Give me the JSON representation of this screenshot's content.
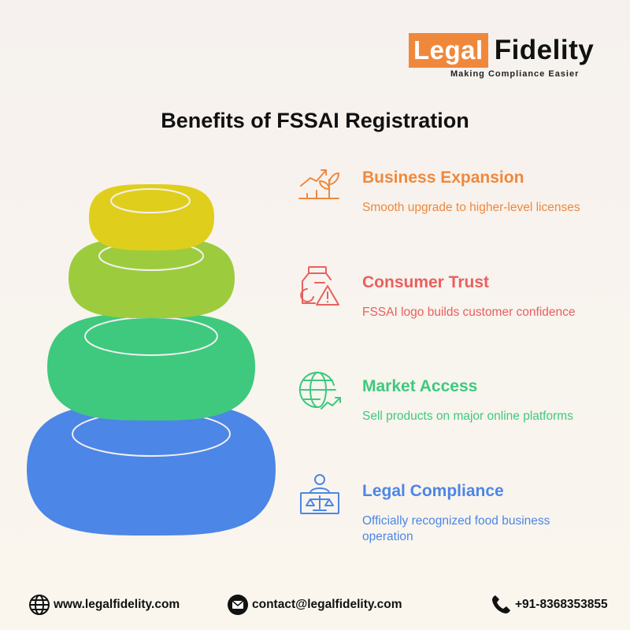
{
  "logo": {
    "part1": "Legal",
    "part2": "Fidelity",
    "tagline": "Making Compliance Easier",
    "accent": "#f0883c"
  },
  "title": "Benefits of FSSAI Registration",
  "benefits": [
    {
      "title": "Business Expansion",
      "desc": "Smooth upgrade to higher-level licenses",
      "color": "#f0883c",
      "icon": "growth-plant-icon"
    },
    {
      "title": "Consumer Trust",
      "desc": "FSSAI logo builds customer confidence",
      "color": "#e9605f",
      "icon": "food-jar-warning-icon"
    },
    {
      "title": "Market Access",
      "desc": "Sell products on major online platforms",
      "color": "#3ec97e",
      "icon": "globe-trend-icon"
    },
    {
      "title": "Legal Compliance",
      "desc": "Officially recognized food business operation",
      "color": "#4c86e6",
      "icon": "person-scales-icon"
    }
  ],
  "stack_colors": [
    "#e0ce1c",
    "#9ccc3d",
    "#3ec97e",
    "#4c86e6"
  ],
  "footer": {
    "website": "www.legalfidelity.com",
    "email": "contact@legalfidelity.com",
    "phone": "+91-8368353855"
  }
}
